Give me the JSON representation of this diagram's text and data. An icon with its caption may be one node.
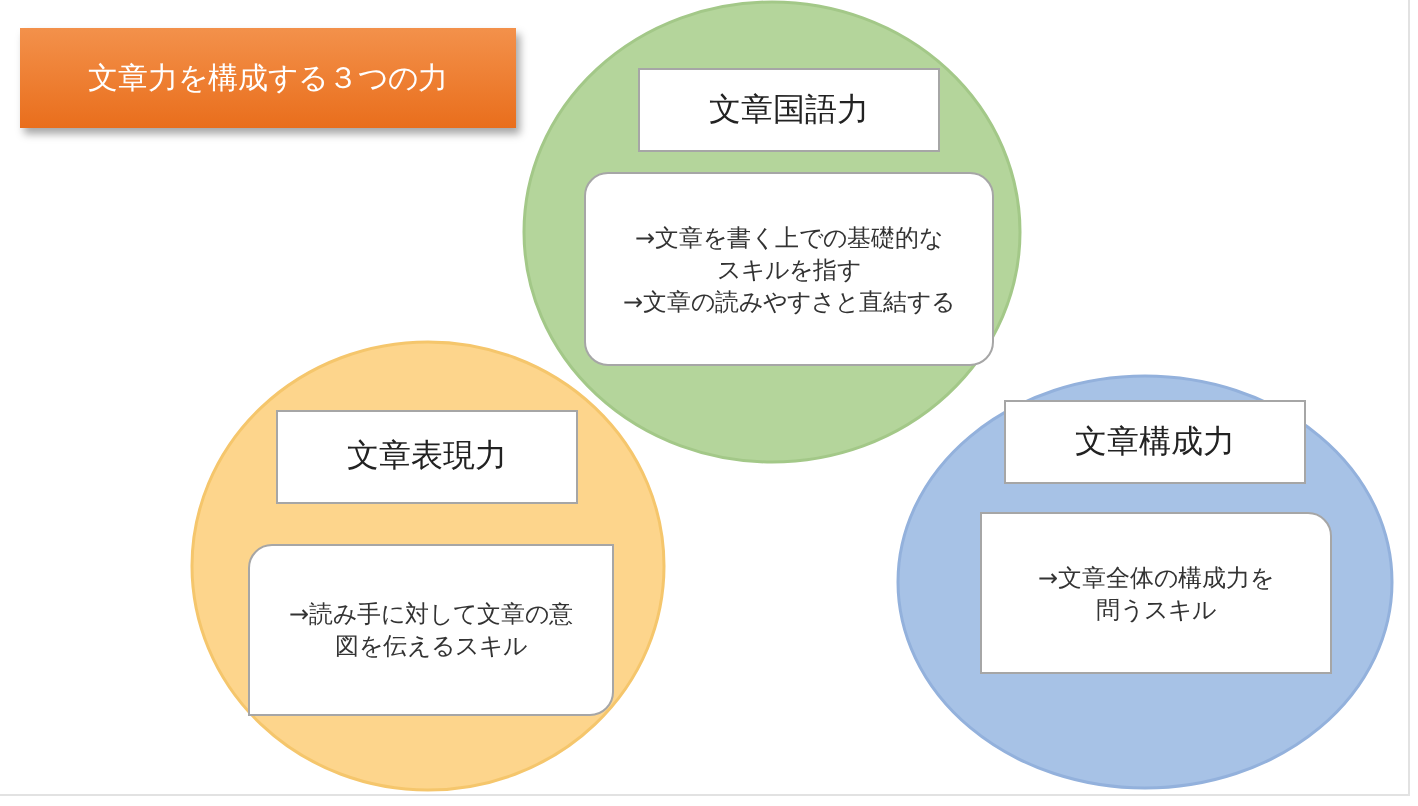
{
  "diagram": {
    "title": "文章力を構成する３つの力",
    "nodes": [
      {
        "text": [],
        "shape": "circle"
      },
      {
        "text": [
          "文章国語力"
        ],
        "in": 0
      },
      {
        "text": [
          "→文章を書く上での基礎的なスキルを指す",
          "→文章の読みやすさと直結する"
        ],
        "in": 0
      },
      {
        "text": [],
        "shape": "circle"
      },
      {
        "text": [
          "文章表現力"
        ],
        "in": 3
      },
      {
        "text": [
          "→読み手に対して文章の意図を伝えるスキル"
        ],
        "in": 3
      },
      {
        "text": [],
        "shape": "circle"
      },
      {
        "text": [
          "文章構成力"
        ],
        "in": 6
      },
      {
        "text": [
          "→文章全体の構成力を問うスキル"
        ],
        "in": 6
      }
    ]
  }
}
